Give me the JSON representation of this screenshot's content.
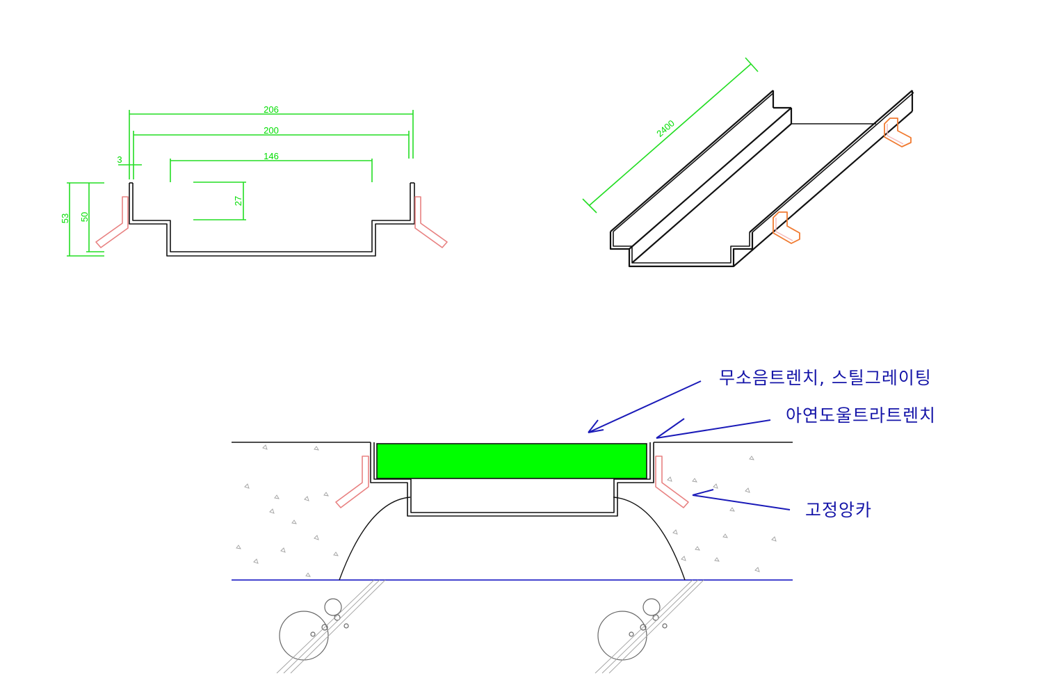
{
  "cross_section": {
    "dim_total_width": "206",
    "dim_inner_width": "200",
    "dim_thickness": "3",
    "dim_channel_width": "146",
    "dim_channel_depth": "27",
    "dim_total_height": "53",
    "dim_inner_height": "50"
  },
  "isometric": {
    "dim_length": "2400"
  },
  "installation": {
    "callout_grating": "무소음트렌치, 스틸그레이팅",
    "callout_trench": "아연도울트라트렌치",
    "callout_anchor": "고정앙카"
  },
  "colors": {
    "dimension": "#22dd22",
    "grating_fill": "#00ff00",
    "callout": "#1a1ab8",
    "anchor": "#e88080",
    "anchor_iso": "#f07a30"
  }
}
